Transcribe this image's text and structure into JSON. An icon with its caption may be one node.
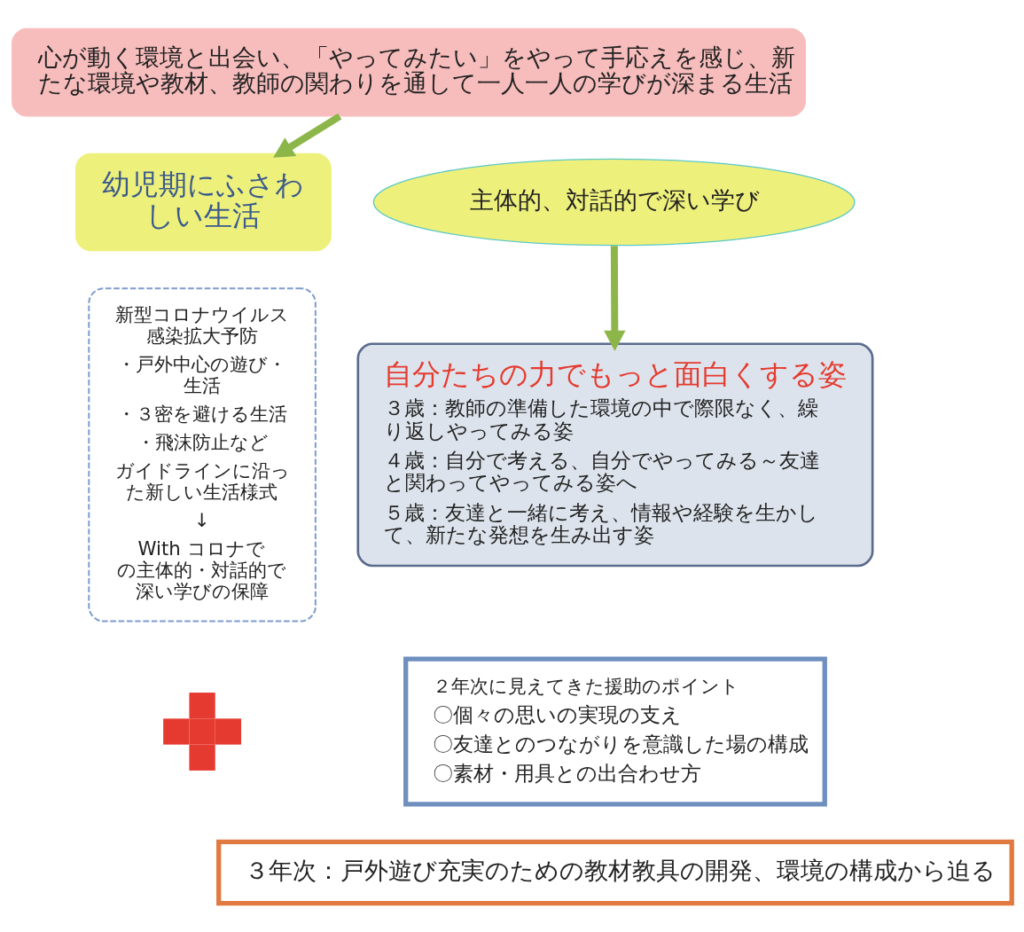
{
  "diagram": {
    "nodes": [
      {
        "text": [
          "心が動く環境と出会い、「やってみたい」をやって手応えを感じ、新たな環境や教材、教師の関わりを通して一人一人の学びが深まる生活"
        ]
      },
      {
        "text": [
          "幼児期にふさわしい生活"
        ]
      },
      {
        "text": [
          "主体的、対話的で深い学び"
        ]
      },
      {
        "text": [
          "自分たちの力でもっと面白くする姿",
          "３歳：教師の準備した環境の中で際限なく、繰り返しやってみる姿",
          "４歳：自分で考える、自分でやってみる～友達と関わってやってみる姿へ",
          "５歳：友達と一緒に考え、情報や経験を生かして、新たな発想を生み出す姿"
        ]
      },
      {
        "text": [
          "新型コロナウイルス感染拡大予防",
          "・戸外中心の遊び・生活",
          "・３密を避ける生活",
          "・飛沫防止など",
          "ガイドラインに沿った新しい生活様式",
          "↓",
          "With コロナでの主体的・対話的で深い学びの保障"
        ]
      },
      {
        "text": [],
        "shape": "cross"
      },
      {
        "text": [
          "２年次に見えてきた援助のポイント",
          "〇個々の思いの実現の支え",
          "〇友達とのつながりを意識した場の構成",
          "〇素材・用具との出合わせ方"
        ]
      },
      {
        "text": [
          "３年次：戸外遊び充実のための教材教具の開発、環境の構成から迫る"
        ]
      }
    ],
    "edges": [
      {
        "from": 0,
        "to": 1,
        "arrow": "to"
      },
      {
        "from": 2,
        "to": 3,
        "arrow": "to"
      }
    ]
  }
}
